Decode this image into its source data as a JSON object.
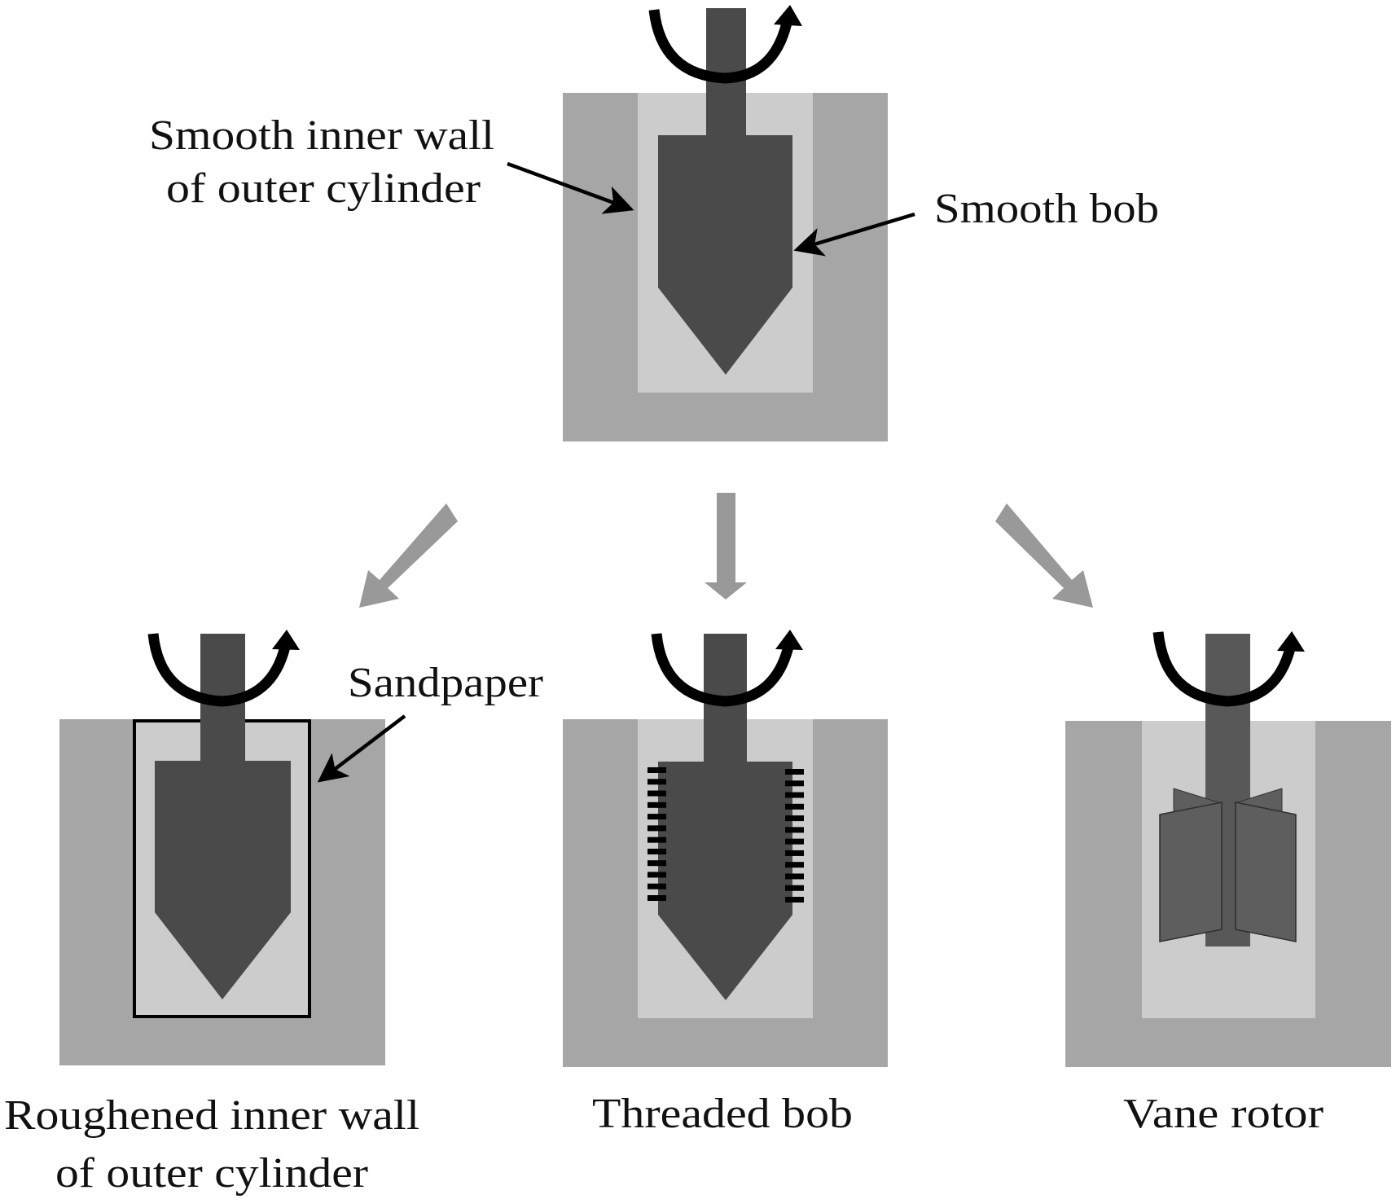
{
  "figure": {
    "title": "Rheometer geometry variants (top: smooth configuration; bottom: modified configurations)",
    "colors": {
      "background": "#ffffff",
      "outer_cylinder": "#a6a6a6",
      "sample_gap": "#cccccc",
      "bob": "#4a4a4a",
      "vane_shaft": "#585858",
      "vane_blade": "#5e5e5e",
      "annotation": "#000000",
      "flow_arrow": "#999999"
    },
    "top": {
      "annotations": {
        "inner_wall_line1": "Smooth inner wall",
        "inner_wall_line2": "of outer cylinder",
        "bob": "Smooth bob"
      },
      "rotation_icon": "rotation-arrow"
    },
    "transitions": [
      {
        "from": "top",
        "to": "roughened-wall",
        "icon": "down-left-arrow"
      },
      {
        "from": "top",
        "to": "threaded-bob",
        "icon": "down-arrow"
      },
      {
        "from": "top",
        "to": "vane-rotor",
        "icon": "down-right-arrow"
      }
    ],
    "panels": [
      {
        "id": "roughened-wall",
        "caption_line1": "Roughened inner wall",
        "caption_line2": "of outer cylinder",
        "annotation": "Sandpaper",
        "rotation_icon": "rotation-arrow"
      },
      {
        "id": "threaded-bob",
        "caption_line1": "Threaded bob",
        "caption_line2": "",
        "thread_count_per_side": 12,
        "rotation_icon": "rotation-arrow"
      },
      {
        "id": "vane-rotor",
        "caption_line1": "Vane rotor",
        "caption_line2": "",
        "rotation_icon": "rotation-arrow"
      }
    ]
  }
}
